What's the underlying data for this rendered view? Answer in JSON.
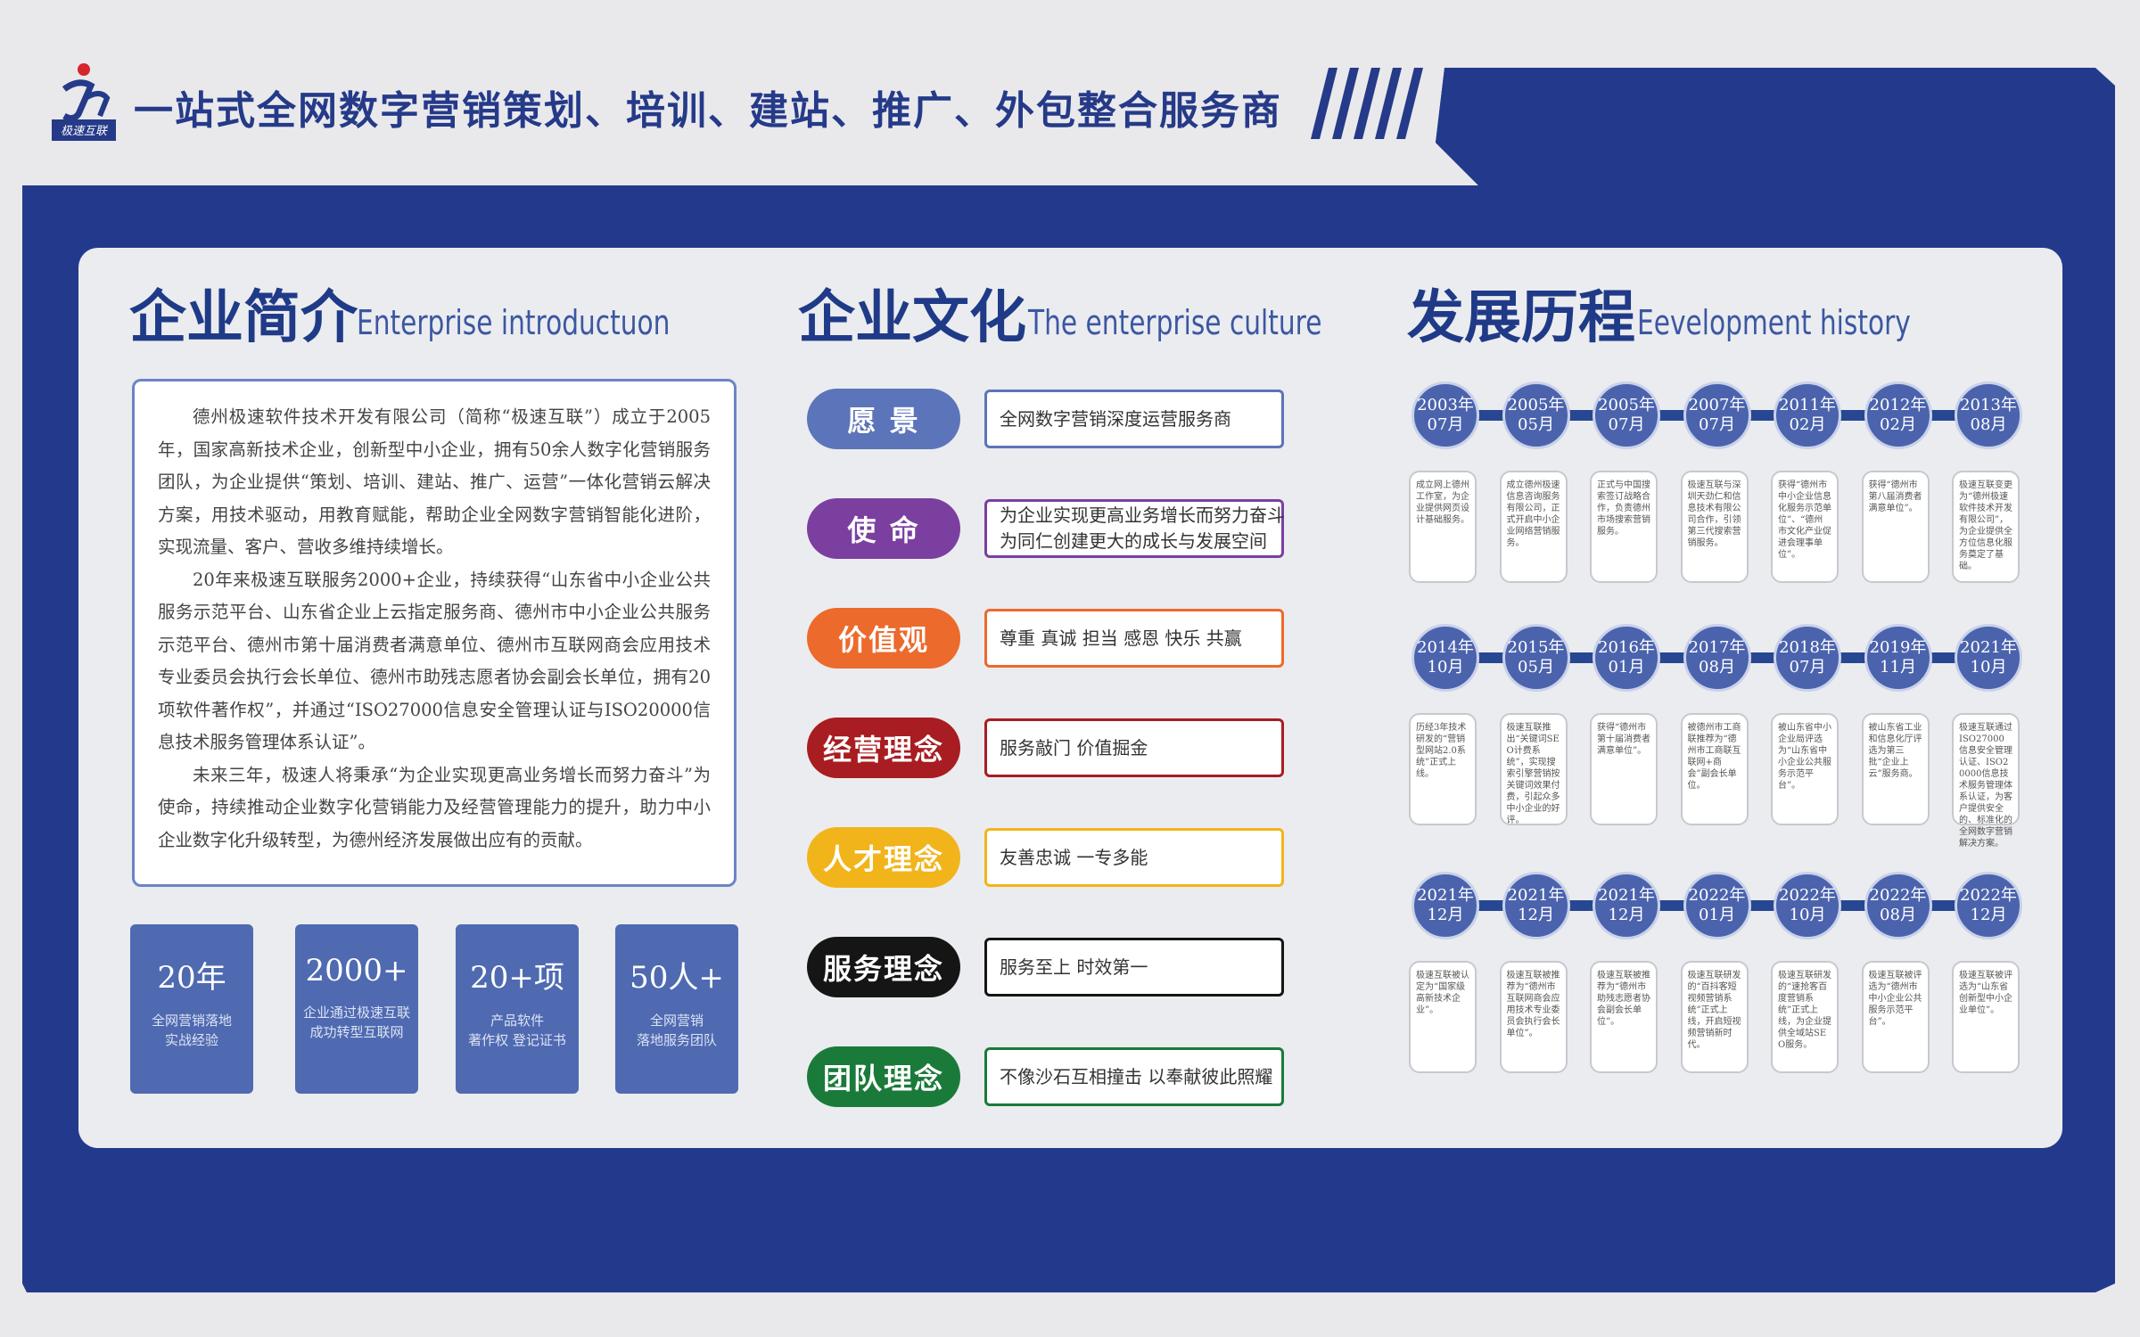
{
  "header": {
    "logo_text": "极速互联",
    "title": "一站式全网数字营销策划、培训、建站、推广、外包整合服务商"
  },
  "colors": {
    "navy": "#253a88",
    "panel_bg": "#ecedf0",
    "accent": "#4f6ab1"
  },
  "intro": {
    "title": "企业简介",
    "subtitle": "Enterprise introductuon",
    "paragraphs": [
      "德州极速软件技术开发有限公司（简称“极速互联”）成立于2005年，国家高新技术企业，创新型中小企业，拥有50余人数字化营销服务团队，为企业提供“策划、培训、建站、推广、运营”一体化营销云解决方案，用技术驱动，用教育赋能，帮助企业全网数字营销智能化进阶，实现流量、客户、营收多维持续增长。",
      "20年来极速互联服务2000+企业，持续获得“山东省中小企业公共服务示范平台、山东省企业上云指定服务商、德州市中小企业公共服务示范平台、德州市第十届消费者满意单位、德州市互联网商会应用技术专业委员会执行会长单位、德州市助残志愿者协会副会长单位，拥有20项软件著作权”，并通过“ISO27000信息安全管理认证与ISO20000信息技术服务管理体系认证”。",
      "未来三年，极速人将秉承“为企业实现更高业务增长而努力奋斗”为使命，持续推动企业数字化营销能力及经营管理能力的提升，助力中小企业数字化升级转型，为德州经济发展做出应有的贡献。"
    ],
    "stats": [
      {
        "num": "20年",
        "line1": "全网营销落地",
        "line2": "实战经验"
      },
      {
        "num": "2000+",
        "line1": "企业通过极速互联",
        "line2": "成功转型互联网"
      },
      {
        "num": "20+项",
        "line1": "产品软件",
        "line2": "著作权 登记证书"
      },
      {
        "num": "50人+",
        "line1": "全网营销",
        "line2": "落地服务团队"
      }
    ]
  },
  "culture": {
    "title": "企业文化",
    "subtitle": "The enterprise culture",
    "items": [
      {
        "label": "愿 景",
        "color": "#5c74b9",
        "lines": [
          "全网数字营销深度运营服务商"
        ]
      },
      {
        "label": "使 命",
        "color": "#7b3fa0",
        "lines": [
          "为企业实现更高业务增长而努力奋斗",
          "为同仁创建更大的成长与发展空间"
        ]
      },
      {
        "label": "价值观",
        "color": "#ec6a2b",
        "lines": [
          "尊重  真诚  担当  感恩  快乐  共赢"
        ]
      },
      {
        "label": "经营理念",
        "color": "#a81d22",
        "lines": [
          "服务敲门    价值掘金"
        ]
      },
      {
        "label": "人才理念",
        "color": "#f1b41a",
        "lines": [
          "友善忠诚    一专多能"
        ]
      },
      {
        "label": "服务理念",
        "color": "#151515",
        "lines": [
          "服务至上    时效第一"
        ]
      },
      {
        "label": "团队理念",
        "color": "#1a7a3a",
        "lines": [
          "不像沙石互相撞击    以奉献彼此照耀"
        ]
      }
    ]
  },
  "history": {
    "title": "发展历程",
    "subtitle": "Eevelopment history",
    "rows": [
      [
        {
          "year": "2003年",
          "month": "07月",
          "text": "成立网上德州工作室，为企业提供网页设计基础服务。"
        },
        {
          "year": "2005年",
          "month": "05月",
          "text": "成立德州极速信息咨询服务有限公司，正式开启中小企业网络营销服务。"
        },
        {
          "year": "2005年",
          "month": "07月",
          "text": "正式与中国搜索签订战略合作，负责德州市场搜索营销服务。"
        },
        {
          "year": "2007年",
          "month": "07月",
          "text": "极速互联与深圳天劲仁和信息技术有限公司合作，引领第三代搜索营销服务。"
        },
        {
          "year": "2011年",
          "month": "02月",
          "text": "获得“德州市中小企业信息化服务示范单位”、“德州市文化产业促进会理事单位”。"
        },
        {
          "year": "2012年",
          "month": "02月",
          "text": "获得“德州市第八届消费者满意单位”。"
        },
        {
          "year": "2013年",
          "month": "08月",
          "text": "极速互联变更为“德州极速软件技术开发有限公司”，为企业提供全方位信息化服务奠定了基础。"
        }
      ],
      [
        {
          "year": "2014年",
          "month": "10月",
          "text": "历经3年技术研发的“营销型网站2.0系统”正式上线。"
        },
        {
          "year": "2015年",
          "month": "05月",
          "text": "极速互联推出“关键词SEO计费系统”，实现搜索引擎营销按关键词效果付费，引起众多中小企业的好评。"
        },
        {
          "year": "2016年",
          "month": "01月",
          "text": "获得“德州市第十届消费者满意单位”。"
        },
        {
          "year": "2017年",
          "month": "08月",
          "text": "被德州市工商联推荐为“德州市工商联互联网+商会”副会长单位。"
        },
        {
          "year": "2018年",
          "month": "07月",
          "text": "被山东省中小企业局评选为“山东省中小企业公共服务示范平台”。"
        },
        {
          "year": "2019年",
          "month": "11月",
          "text": "被山东省工业和信息化厅评选为第三批“企业上云”服务商。"
        },
        {
          "year": "2021年",
          "month": "10月",
          "text": "极速互联通过ISO27000信息安全管理认证、ISO20000信息技术服务管理体系认证，为客户提供安全的、标准化的全网数字营销解决方案。"
        }
      ],
      [
        {
          "year": "2021年",
          "month": "12月",
          "text": "极速互联被认定为“国家级高新技术企业”。"
        },
        {
          "year": "2021年",
          "month": "12月",
          "text": "极速互联被推荐为“德州市互联网商会应用技术专业委员会执行会长单位”。"
        },
        {
          "year": "2021年",
          "month": "12月",
          "text": "极速互联被推荐为“德州市助残志愿者协会副会长单位”。"
        },
        {
          "year": "2022年",
          "month": "01月",
          "text": "极速互联研发的“百抖客短视频营销系统”正式上线，开启短视频营销新时代。"
        },
        {
          "year": "2022年",
          "month": "10月",
          "text": "极速互联研发的“速抢客百度营销系统”正式上线，为企业提供全域站SEO服务。"
        },
        {
          "year": "2022年",
          "month": "08月",
          "text": "极速互联被评选为“德州市中小企业公共服务示范平台”。"
        },
        {
          "year": "2022年",
          "month": "12月",
          "text": "极速互联被评选为“山东省创新型中小企业单位”。"
        }
      ]
    ]
  }
}
